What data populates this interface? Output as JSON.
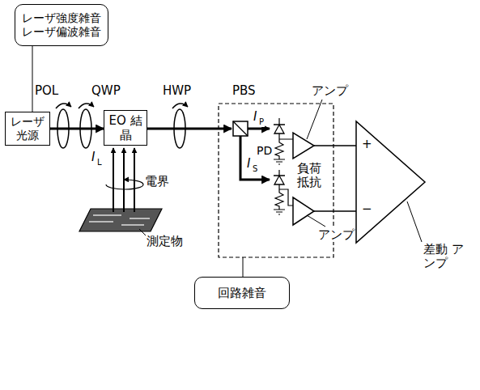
{
  "diagram": {
    "nodes": [
      {
        "text": [
          "レーザ強度雑音 レーザ偏波雑音"
        ]
      },
      {
        "text": [
          "レーザ 光源"
        ]
      },
      {
        "text": [
          "EO 結晶"
        ]
      },
      {
        "text": [
          "回路雑音"
        ]
      }
    ],
    "edges": [
      {
        "from": 0,
        "to": 1,
        "arrow": "none"
      },
      {
        "from": 1,
        "to": 2,
        "arrow": "to"
      }
    ],
    "labels": [
      "POL",
      "QWP",
      "HWP",
      "PBS",
      "I",
      "P",
      "I",
      "S",
      "I",
      "L",
      "PD",
      "負荷 抵抗",
      "アンプ",
      "アンプ",
      "+",
      "−",
      "差動 アンプ",
      "電界",
      "測定物"
    ]
  }
}
